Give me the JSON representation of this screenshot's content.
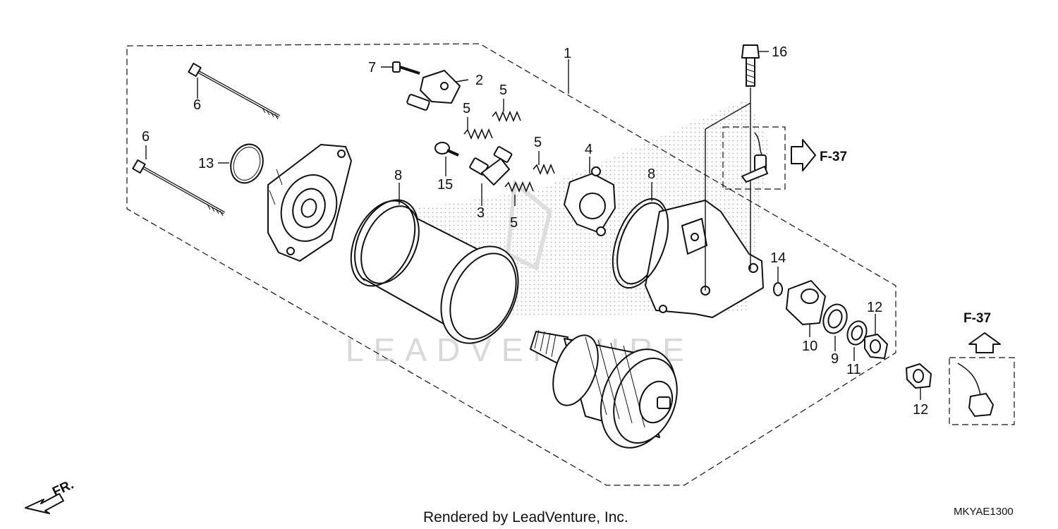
{
  "callouts": {
    "c1": "1",
    "c2": "2",
    "c3": "3",
    "c4": "4",
    "c5a": "5",
    "c5b": "5",
    "c5c": "5",
    "c5d": "5",
    "c6a": "6",
    "c6b": "6",
    "c7": "7",
    "c8a": "8",
    "c8b": "8",
    "c9": "9",
    "c10": "10",
    "c11": "11",
    "c12a": "12",
    "c12b": "12",
    "c13": "13",
    "c14": "14",
    "c15": "15",
    "c16": "16"
  },
  "refs": {
    "upper": "F-37",
    "lower": "F-37"
  },
  "direction_label": "FR.",
  "watermark": "LEADVENTURE",
  "footer_credit": "Rendered by LeadVenture, Inc.",
  "diagram_code": "MKYAE1300",
  "colors": {
    "ink": "#111111",
    "watermark": "#d8d8d8",
    "background": "#ffffff"
  }
}
